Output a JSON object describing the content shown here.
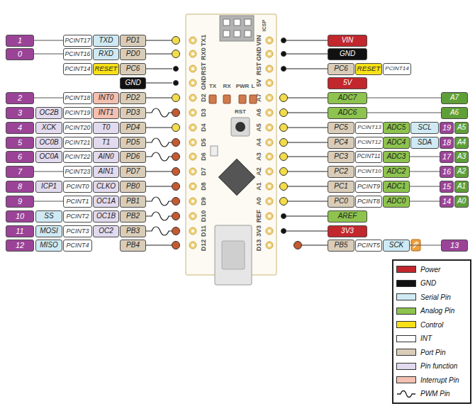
{
  "diagram": {
    "nodes": [
      {
        "text": [
          "1"
        ]
      },
      {
        "text": [
          "PCINT17"
        ]
      },
      {
        "text": [
          "TXD"
        ]
      },
      {
        "text": [
          "PD1"
        ]
      },
      {
        "text": [
          "0"
        ]
      },
      {
        "text": [
          "PCINT16"
        ]
      },
      {
        "text": [
          "RXD"
        ]
      },
      {
        "text": [
          "PD0"
        ]
      },
      {
        "text": [
          "PCINT14"
        ]
      },
      {
        "text": [
          "RESET"
        ]
      },
      {
        "text": [
          "PC6"
        ]
      },
      {
        "text": [
          "GND"
        ]
      },
      {
        "text": [
          "2"
        ]
      },
      {
        "text": [
          "PCINT18"
        ]
      },
      {
        "text": [
          "INT0"
        ]
      },
      {
        "text": [
          "PD2"
        ]
      },
      {
        "text": [
          "3"
        ]
      },
      {
        "text": [
          "OC2B"
        ]
      },
      {
        "text": [
          "PCINT19"
        ]
      },
      {
        "text": [
          "INT1"
        ]
      },
      {
        "text": [
          "PD3"
        ]
      },
      {
        "text": [
          "4"
        ]
      },
      {
        "text": [
          "XCK"
        ]
      },
      {
        "text": [
          "PCINT20"
        ]
      },
      {
        "text": [
          "T0"
        ]
      },
      {
        "text": [
          "PD4"
        ]
      },
      {
        "text": [
          "5"
        ]
      },
      {
        "text": [
          "OC0B"
        ]
      },
      {
        "text": [
          "PCINT21"
        ]
      },
      {
        "text": [
          "T1"
        ]
      },
      {
        "text": [
          "PD5"
        ]
      },
      {
        "text": [
          "6"
        ]
      },
      {
        "text": [
          "OC0A"
        ]
      },
      {
        "text": [
          "PCINT22"
        ]
      },
      {
        "text": [
          "AIN0"
        ]
      },
      {
        "text": [
          "PD6"
        ]
      },
      {
        "text": [
          "7"
        ]
      },
      {
        "text": [
          "PCINT23"
        ]
      },
      {
        "text": [
          "AIN1"
        ]
      },
      {
        "text": [
          "PD7"
        ]
      },
      {
        "text": [
          "8"
        ]
      },
      {
        "text": [
          "ICP1"
        ]
      },
      {
        "text": [
          "PCINT0"
        ]
      },
      {
        "text": [
          "CLKO"
        ]
      },
      {
        "text": [
          "PB0"
        ]
      },
      {
        "text": [
          "9"
        ]
      },
      {
        "text": [
          "PCINT1"
        ]
      },
      {
        "text": [
          "OC1A"
        ]
      },
      {
        "text": [
          "PB1"
        ]
      },
      {
        "text": [
          "10"
        ]
      },
      {
        "text": [
          "SS"
        ]
      },
      {
        "text": [
          "PCINT2"
        ]
      },
      {
        "text": [
          "OC1B"
        ]
      },
      {
        "text": [
          "PB2"
        ]
      },
      {
        "text": [
          "11"
        ]
      },
      {
        "text": [
          "MOSI"
        ]
      },
      {
        "text": [
          "PCINT3"
        ]
      },
      {
        "text": [
          "OC2"
        ]
      },
      {
        "text": [
          "PB3"
        ]
      },
      {
        "text": [
          "12"
        ]
      },
      {
        "text": [
          "MISO"
        ]
      },
      {
        "text": [
          "PCINT4"
        ]
      },
      {
        "text": [
          "PB4"
        ]
      },
      {
        "text": [
          "VIN"
        ]
      },
      {
        "text": [
          "GND"
        ]
      },
      {
        "text": [
          "PC6"
        ]
      },
      {
        "text": [
          "RESET"
        ]
      },
      {
        "text": [
          "PCINT14"
        ]
      },
      {
        "text": [
          "5V"
        ]
      },
      {
        "text": [
          "ADC7"
        ]
      },
      {
        "text": [
          "A7"
        ]
      },
      {
        "text": [
          "ADC6"
        ]
      },
      {
        "text": [
          "A6"
        ]
      },
      {
        "text": [
          "PC5"
        ]
      },
      {
        "text": [
          "PCINT13"
        ]
      },
      {
        "text": [
          "ADC5"
        ]
      },
      {
        "text": [
          "SCL"
        ]
      },
      {
        "text": [
          "19"
        ]
      },
      {
        "text": [
          "A5"
        ]
      },
      {
        "text": [
          "PC4"
        ]
      },
      {
        "text": [
          "PCINT12"
        ]
      },
      {
        "text": [
          "ADC4"
        ]
      },
      {
        "text": [
          "SDA"
        ]
      },
      {
        "text": [
          "18"
        ]
      },
      {
        "text": [
          "A4"
        ]
      },
      {
        "text": [
          "PC3"
        ]
      },
      {
        "text": [
          "PCINT11"
        ]
      },
      {
        "text": [
          "ADC3"
        ]
      },
      {
        "text": [
          "17"
        ]
      },
      {
        "text": [
          "A3"
        ]
      },
      {
        "text": [
          "PC2"
        ]
      },
      {
        "text": [
          "PCINT10"
        ]
      },
      {
        "text": [
          "ADC2"
        ]
      },
      {
        "text": [
          "16"
        ]
      },
      {
        "text": [
          "A2"
        ]
      },
      {
        "text": [
          "PC1"
        ]
      },
      {
        "text": [
          "PCINT9"
        ]
      },
      {
        "text": [
          "ADC1"
        ]
      },
      {
        "text": [
          "15"
        ]
      },
      {
        "text": [
          "A1"
        ]
      },
      {
        "text": [
          "PC0"
        ]
      },
      {
        "text": [
          "PCINT8"
        ]
      },
      {
        "text": [
          "ADC0"
        ]
      },
      {
        "text": [
          "14"
        ]
      },
      {
        "text": [
          "A0"
        ]
      },
      {
        "text": [
          "AREF"
        ]
      },
      {
        "text": [
          "3V3"
        ]
      },
      {
        "text": [
          "PB5"
        ]
      },
      {
        "text": [
          "PCINT5"
        ]
      },
      {
        "text": [
          "SCK"
        ]
      },
      {
        "text": [
          "13"
        ]
      }
    ],
    "labels": [
      "ICSP",
      "TX1",
      "RX0",
      "RST",
      "GND",
      "D2",
      "D3",
      "D4",
      "D5",
      "D6",
      "D7",
      "D8",
      "D9",
      "D10",
      "D11",
      "D12",
      "VIN",
      "GND",
      "RST",
      "5V",
      "A7",
      "A6",
      "A5",
      "A4",
      "A3",
      "A2",
      "A1",
      "A0",
      "REF",
      "3V3",
      "D13",
      "TX",
      "RX",
      "PWR",
      "L",
      "RST"
    ],
    "legend": [
      {
        "text": "Power",
        "color": "#c1272d"
      },
      {
        "text": "GND",
        "color": "#111111"
      },
      {
        "text": "Serial Pin",
        "color": "#cfeaf4"
      },
      {
        "text": "Analog Pin",
        "color": "#8dc34e"
      },
      {
        "text": "Control",
        "color": "#f7e017"
      },
      {
        "text": "INT",
        "color": "#ffffff"
      },
      {
        "text": "Port Pin",
        "color": "#d9cdb9"
      },
      {
        "text": "Pin function",
        "color": "#e2daee"
      },
      {
        "text": "Interrupt Pin",
        "color": "#f3c0b2"
      },
      {
        "text": "PWM Pin"
      }
    ]
  }
}
